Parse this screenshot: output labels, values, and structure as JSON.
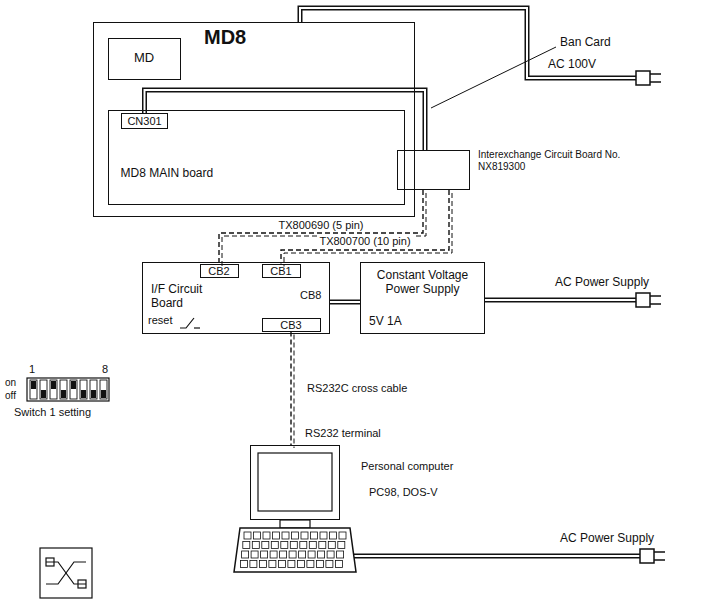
{
  "diagram": {
    "nodes": [
      {
        "text": [
          "MD8"
        ]
      },
      {
        "text": [
          "MD"
        ],
        "in": 0
      },
      {
        "text": [
          "MD8 MAIN board"
        ],
        "in": 0
      },
      {
        "text": [
          "CN301"
        ],
        "in": 2
      },
      {
        "text": [
          "Interexchange Circuit Board No. NX819300"
        ]
      },
      {
        "text": [
          "I/F Circuit Board"
        ]
      },
      {
        "text": [
          "CB2"
        ],
        "in": 5
      },
      {
        "text": [
          "CB1"
        ],
        "in": 5
      },
      {
        "text": [
          "CB3"
        ],
        "in": 5
      },
      {
        "text": [
          "Constant Voltage Power Supply",
          "5V 1A"
        ]
      },
      {
        "text": [
          "Personal computer",
          "PC98, DOS-V"
        ]
      }
    ],
    "edges": [
      {
        "from": 3,
        "to": 4,
        "arrow": "none"
      },
      {
        "from": 4,
        "to": 6,
        "label": "TX800690 (5 pin)",
        "arrow": "none"
      },
      {
        "from": 4,
        "to": 7,
        "label": "TX800700 (10 pin)",
        "arrow": "none"
      },
      {
        "from": 5,
        "to": 9,
        "arrow": "none"
      },
      {
        "from": 8,
        "to": 10,
        "label": "RS232C cross cable",
        "arrow": "none"
      }
    ],
    "labels": [
      "Ban Card",
      "AC 100V",
      "CB8",
      "reset",
      "AC Power Supply",
      "1",
      "8",
      "on",
      "off",
      "Switch 1 setting",
      "RS232 terminal",
      "AC Power Supply"
    ]
  }
}
